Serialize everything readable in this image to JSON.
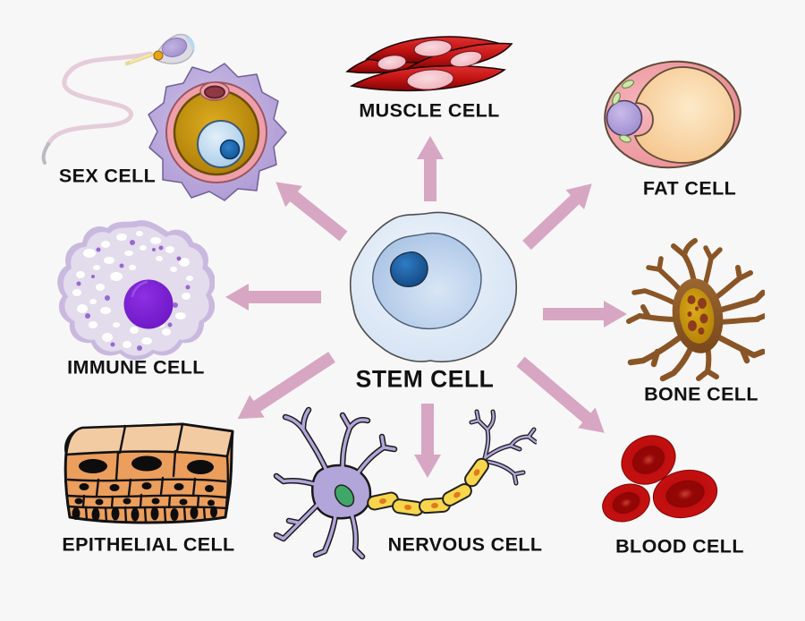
{
  "colors": {
    "background": "#f7f7f7",
    "arrow": "#d7a6c2",
    "label": "#111111"
  },
  "center": {
    "label": "STEM CELL"
  },
  "cells": [
    {
      "id": "muscle",
      "label": "MUSCLE CELL"
    },
    {
      "id": "fat",
      "label": "FAT CELL"
    },
    {
      "id": "bone",
      "label": "BONE CELL"
    },
    {
      "id": "blood",
      "label": "BLOOD CELL"
    },
    {
      "id": "nervous",
      "label": "NERVOUS CELL"
    },
    {
      "id": "epithelial",
      "label": "EPITHELIAL CELL"
    },
    {
      "id": "immune",
      "label": "IMMUNE CELL"
    },
    {
      "id": "sex",
      "label": "SEX CELL"
    }
  ]
}
